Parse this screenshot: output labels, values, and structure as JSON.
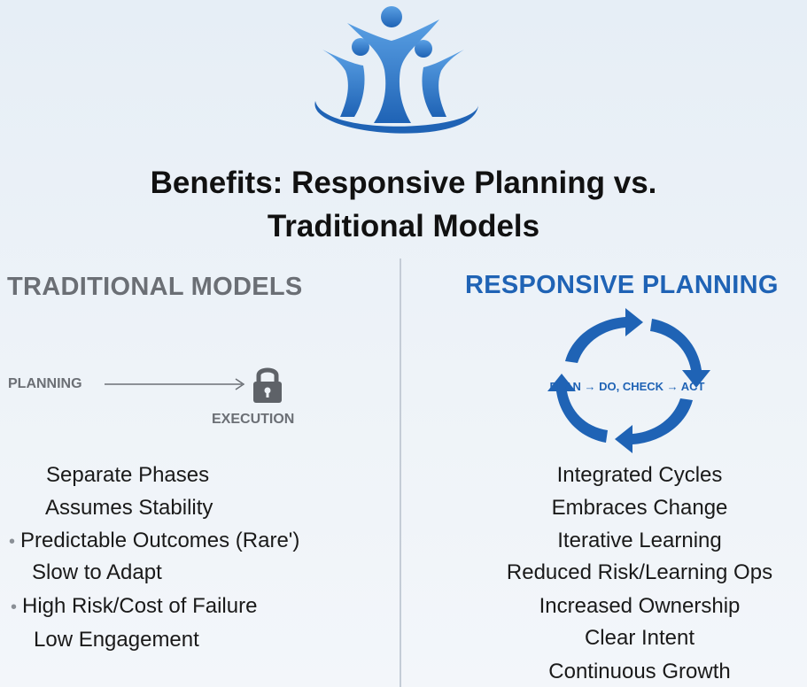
{
  "title": {
    "line1": "Benefits: Responsive Planning vs.",
    "line2": "Traditional Models"
  },
  "left": {
    "heading": "TRADITIONAL MODELS",
    "planning_label": "PLANNING",
    "execution_label": "EXECUTION",
    "items": [
      "Separate Phases",
      "Assumes Stability",
      "Predictable Outcomes (Rare')",
      "Slow to Adapt",
      "High Risk/Cost of Failure",
      "Low Engagement"
    ]
  },
  "right": {
    "heading": "RESPONSIVE PLANNING",
    "cycle_label": "PLAN → DO, CHECK → ACT",
    "items": [
      "Integrated Cycles",
      "Embraces Change",
      "Iterative Learning",
      "Reduced Risk/Learning Ops",
      "Increased Ownership",
      "Clear Intent",
      "Continuous Growth"
    ]
  },
  "colors": {
    "accent_blue": "#1f63b5",
    "gray_text": "#6b6f75",
    "logo_light_blue": "#4a90d9"
  },
  "icons": {
    "logo": "people-group-logo-icon",
    "lock": "lock-icon",
    "cycle": "cycle-arrows-icon"
  }
}
